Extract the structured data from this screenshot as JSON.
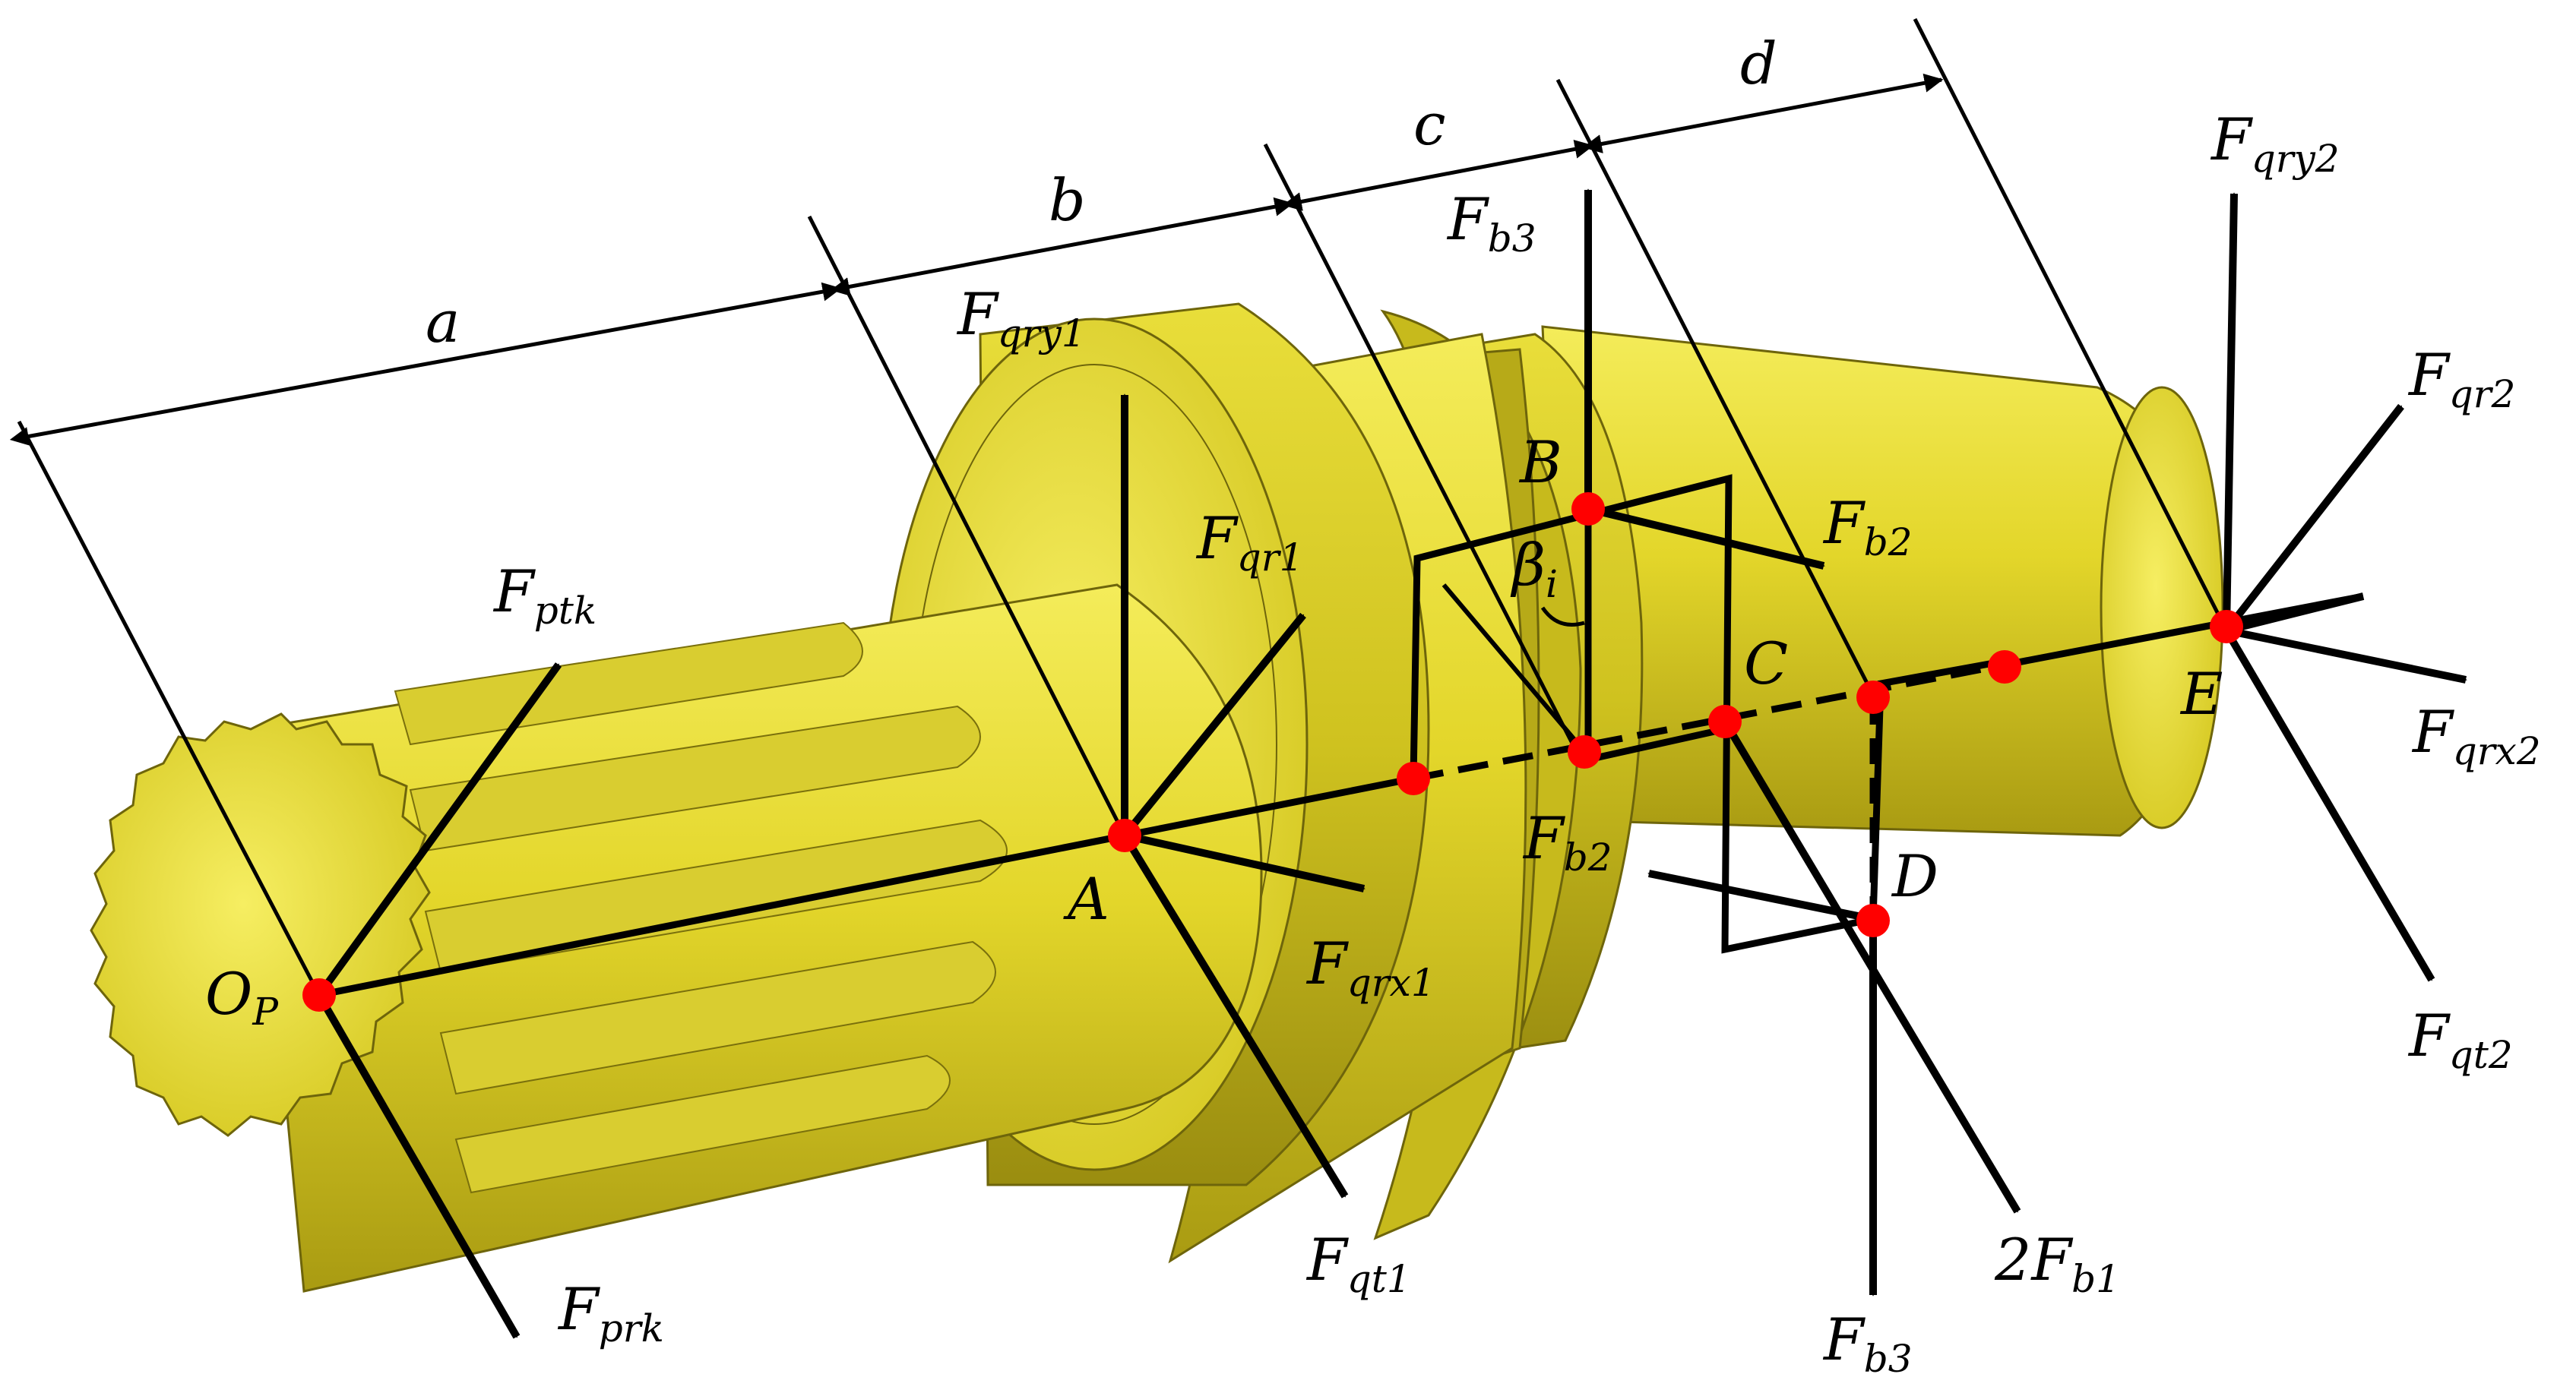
{
  "colors": {
    "body": "#e8dc2e",
    "body_light": "#f6ee62",
    "body_dark": "#b3a516",
    "edge": "#6e650b",
    "ink": "#000000",
    "point": "#ff0000"
  },
  "dimensions": {
    "a": "a",
    "b": "b",
    "c": "c",
    "d": "d"
  },
  "points": {
    "op_main": "O",
    "op_sub": "P",
    "A": "A",
    "B": "B",
    "C": "C",
    "D": "D",
    "E": "E"
  },
  "angle": {
    "main": "β",
    "sub": "i"
  },
  "forces": {
    "fptk": "ptk",
    "fprk": "prk",
    "fqry1": "qry1",
    "fqr1": "qr1",
    "fqrx1": "qrx1",
    "fqt1": "qt1",
    "fb3_top": "b3",
    "fb2_right": "b2",
    "fb2_left": "b2",
    "fb3_bottom": "b3",
    "fb1": "b1",
    "fb1_coef": "2",
    "fqry2": "qry2",
    "fqr2": "qr2",
    "fqrx2": "qrx2",
    "fqt2": "qt2",
    "force_symbol": "F"
  }
}
